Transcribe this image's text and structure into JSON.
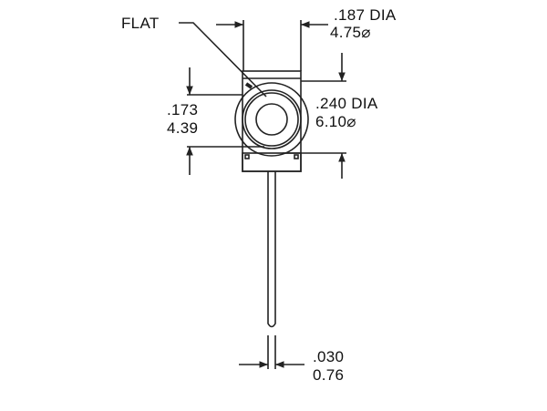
{
  "diagram": {
    "type": "technical-drawing",
    "stroke_color": "#222222",
    "background": "#ffffff",
    "labels": {
      "flat": "FLAT",
      "head_dia_in": ".187 DIA",
      "head_dia_mm": "4.75⌀",
      "body_height_in": ".173",
      "body_height_mm": "4.39",
      "ring_dia_in": ".240 DIA",
      "ring_dia_mm": "6.10⌀",
      "lead_dia_in": ".030",
      "lead_dia_mm": "0.76"
    }
  }
}
